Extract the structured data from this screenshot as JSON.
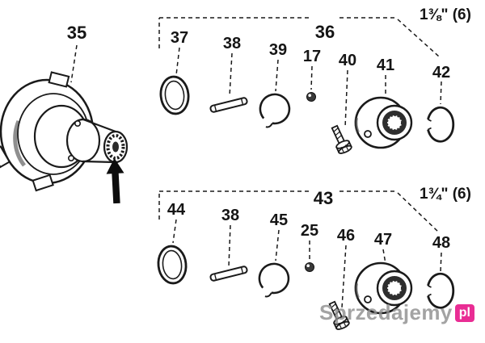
{
  "diagram": {
    "main_part": {
      "label": "35",
      "part": "flange-hub-assembly"
    },
    "top_group": {
      "kit_label": "36",
      "size_label": "1⅜\" (6)",
      "items": [
        {
          "label": "37",
          "part": "o-ring"
        },
        {
          "label": "38",
          "part": "roll-pin"
        },
        {
          "label": "39",
          "part": "snap-ring"
        },
        {
          "label": "17",
          "part": "detent-ball"
        },
        {
          "label": "40",
          "part": "hex-bolt"
        },
        {
          "label": "41",
          "part": "coupler-collar"
        },
        {
          "label": "42",
          "part": "retaining-ring"
        }
      ]
    },
    "bottom_group": {
      "kit_label": "43",
      "size_label": "1¾\" (6)",
      "items": [
        {
          "label": "44",
          "part": "o-ring"
        },
        {
          "label": "38",
          "part": "roll-pin"
        },
        {
          "label": "45",
          "part": "snap-ring"
        },
        {
          "label": "25",
          "part": "detent-ball"
        },
        {
          "label": "46",
          "part": "hex-bolt"
        },
        {
          "label": "47",
          "part": "coupler-collar"
        },
        {
          "label": "48",
          "part": "retaining-ring"
        }
      ]
    }
  },
  "watermark": {
    "site": "Sprzedajemy",
    "tld": "pl"
  },
  "colors": {
    "ink": "#1a1a1a",
    "watermark_badge": "#e5007d",
    "watermark_text": "#8f8f8f"
  }
}
